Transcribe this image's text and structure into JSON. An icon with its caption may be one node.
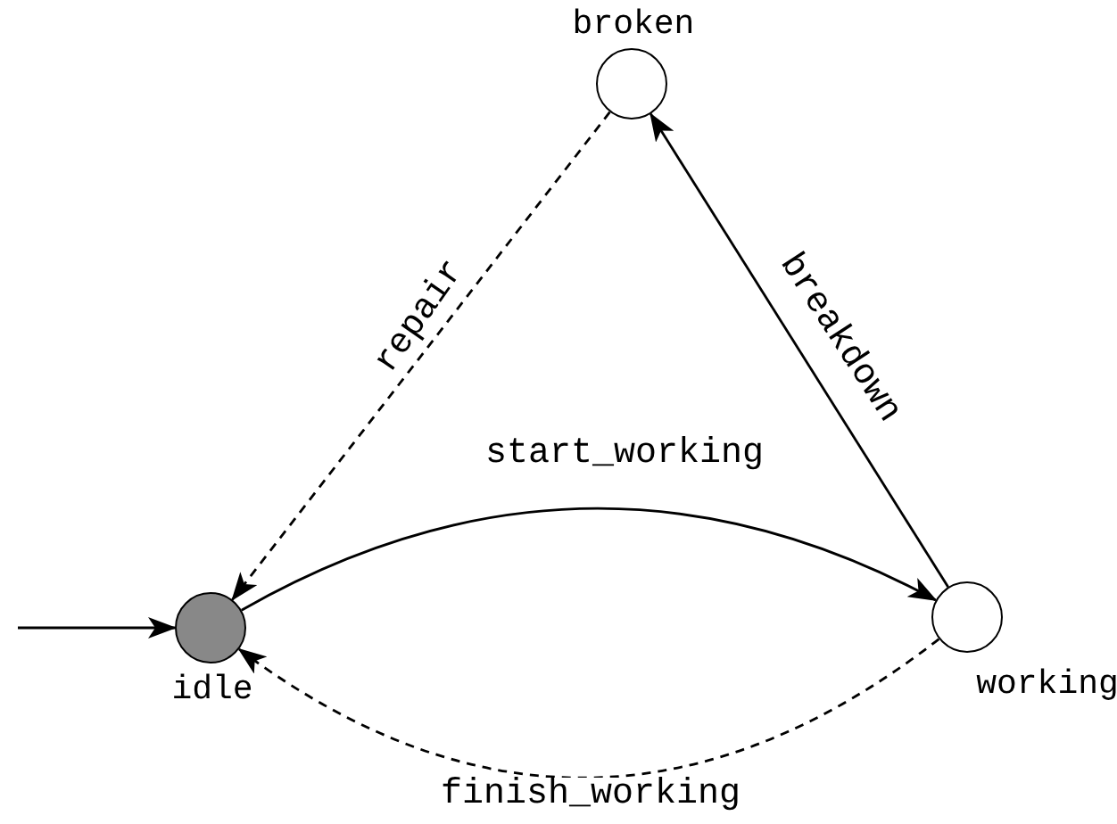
{
  "diagram": {
    "nodes": [
      {
        "text": [
          "idle"
        ]
      },
      {
        "text": [
          "working"
        ]
      },
      {
        "text": [
          "broken"
        ]
      }
    ],
    "edges": [
      {
        "from": null,
        "to": 0,
        "arrow": "to"
      },
      {
        "from": 0,
        "to": 1,
        "arrow": "to",
        "label": "start_working"
      },
      {
        "from": 1,
        "to": 0,
        "arrow": "to",
        "label": "finish_working",
        "style": "dashed"
      },
      {
        "from": 1,
        "to": 2,
        "arrow": "to",
        "label": "breakdown"
      },
      {
        "from": 2,
        "to": 0,
        "arrow": "to",
        "label": "repair",
        "style": "dashed"
      }
    ]
  }
}
